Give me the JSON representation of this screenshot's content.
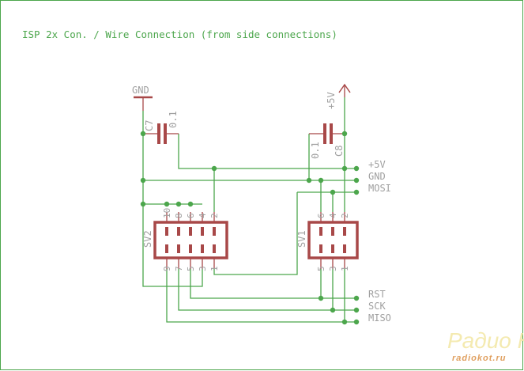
{
  "title": "ISP 2x Con. / Wire Connection (from side connections)",
  "colors": {
    "wire": "#4ca64c",
    "part": "#a84848",
    "label": "#a0a0a0",
    "title": "#4ca64c",
    "frame": "#4ca64c"
  },
  "supplies": {
    "gnd": "GND",
    "vcc": "+5V"
  },
  "capacitors": [
    {
      "name": "C7",
      "value": "0.1"
    },
    {
      "name": "C8",
      "value": "0.1"
    }
  ],
  "connectors": [
    {
      "name": "SV2",
      "top_pins": [
        "10",
        "8",
        "6",
        "4",
        "2"
      ],
      "bottom_pins": [
        "9",
        "7",
        "5",
        "3",
        "1"
      ]
    },
    {
      "name": "SV1",
      "top_pins": [
        "6",
        "4",
        "2"
      ],
      "bottom_pins": [
        "5",
        "3",
        "1"
      ]
    }
  ],
  "signals": [
    "+5V",
    "GND",
    "MOSI",
    "RST",
    "SCK",
    "MISO"
  ],
  "watermark": {
    "line1": "Радио КОТ",
    "line2": "radiokot.ru"
  }
}
